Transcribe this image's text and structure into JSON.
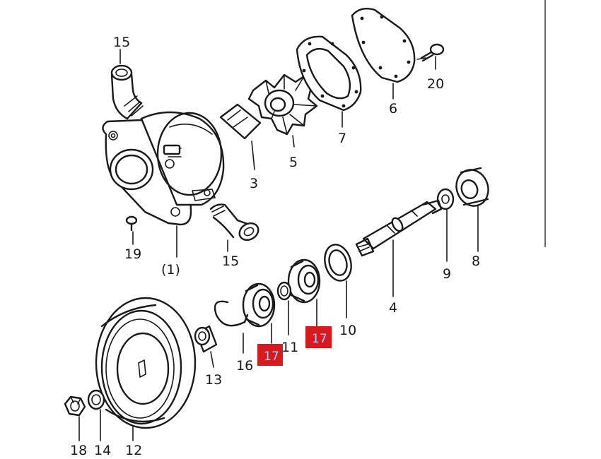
{
  "labels": {
    "p15_top": "15",
    "p15_bottom": "15",
    "p20": "20",
    "p6": "6",
    "p7": "7",
    "p5": "5",
    "p3": "3",
    "p19": "19",
    "p1": "(1)",
    "p8": "8",
    "p9": "9",
    "p4": "4",
    "p10": "10",
    "p11": "11",
    "p16": "16",
    "p13": "13",
    "p18": "18",
    "p14": "14",
    "p12": "12"
  },
  "highlights": [
    {
      "label": "17"
    },
    {
      "label": "17"
    }
  ],
  "highlight_color": "#d8191d"
}
